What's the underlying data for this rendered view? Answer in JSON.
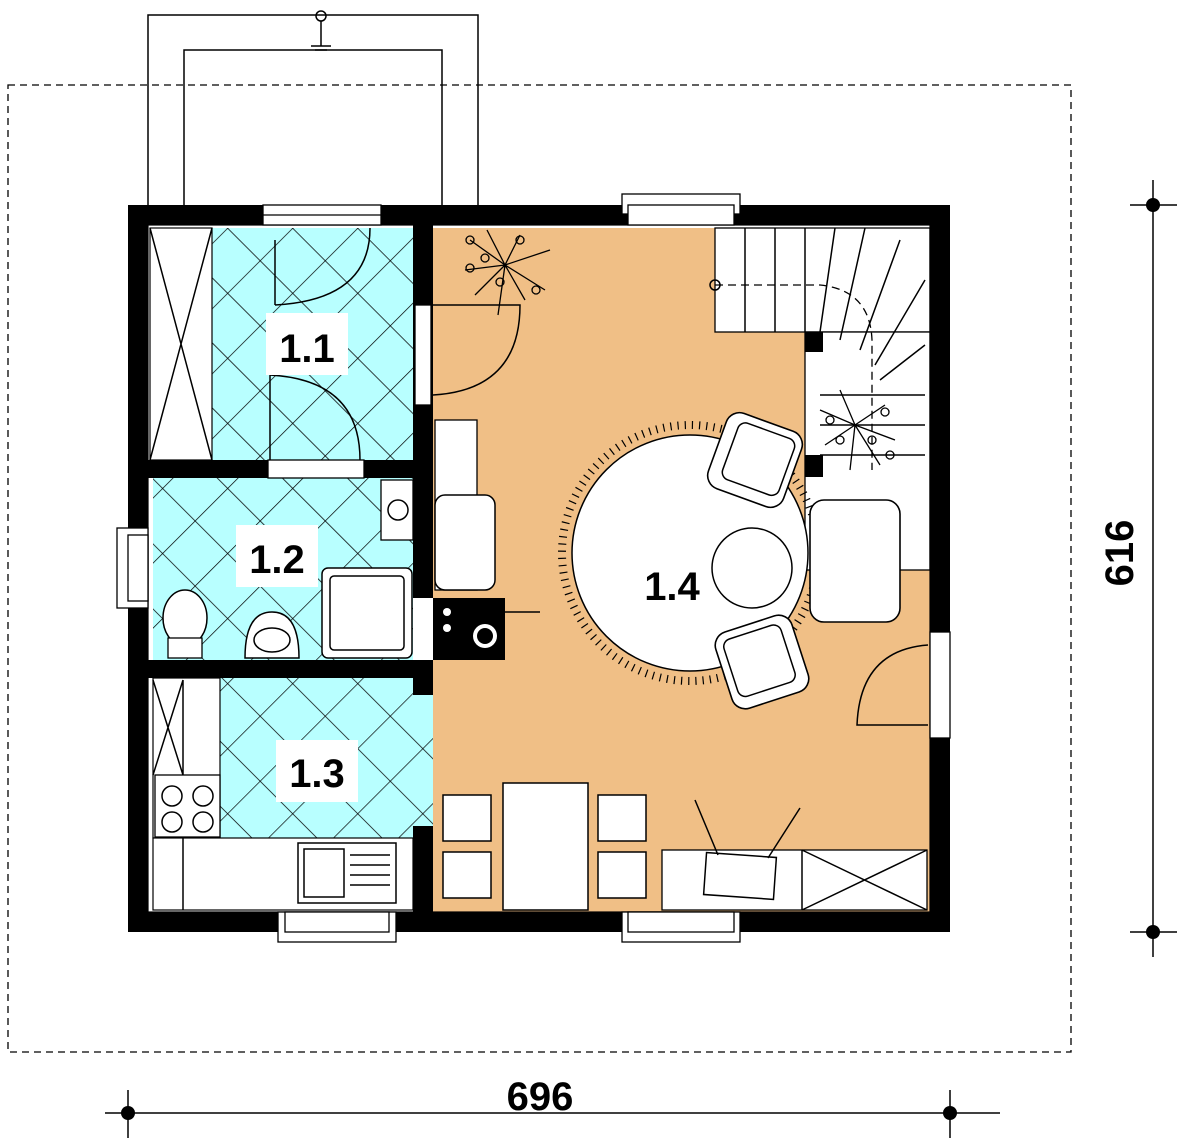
{
  "rooms": [
    {
      "id": "1.1",
      "label": "1.1"
    },
    {
      "id": "1.2",
      "label": "1.2"
    },
    {
      "id": "1.3",
      "label": "1.3"
    },
    {
      "id": "1.4",
      "label": "1.4"
    }
  ],
  "dimensions": {
    "width": "696",
    "depth": "616"
  },
  "colors": {
    "tile": "#b8ffff",
    "floor": "#f0bf86",
    "wall": "#000000"
  }
}
